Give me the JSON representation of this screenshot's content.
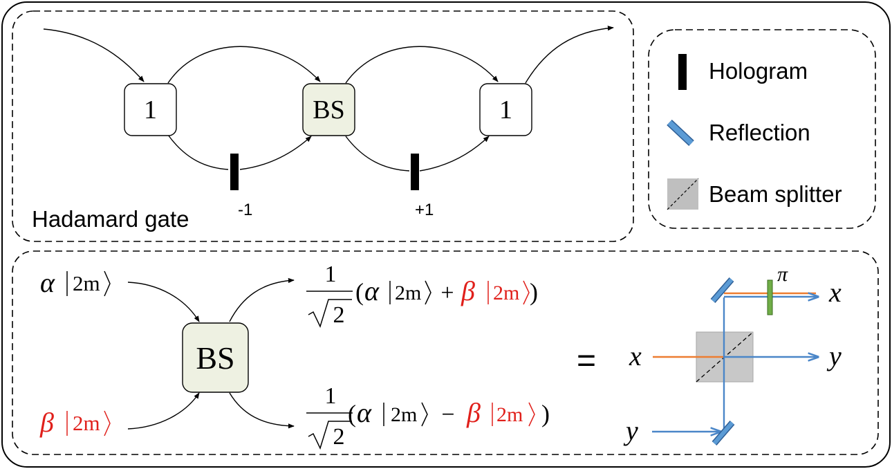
{
  "colors": {
    "state_red": "#e0201b",
    "beam_blue": "#4a86c8",
    "beam_orange": "#ed7d31",
    "bs_fill": "#eef1e2",
    "phase_plate_green": "#70ad47",
    "splitter_gray": "#bfbfbf"
  },
  "hadamard": {
    "title": "Hadamard gate",
    "node_left": "1",
    "node_center": "BS",
    "node_right": "1",
    "hologram_left_label": "-1",
    "hologram_right_label": "+1"
  },
  "legend": {
    "hologram": "Hologram",
    "reflection": "Reflection",
    "beam_splitter": "Beam splitter"
  },
  "bottom": {
    "bs_label": "BS",
    "input_top": {
      "coef": "α",
      "ket": "2m"
    },
    "input_bottom": {
      "coef": "β",
      "ket": "2m"
    },
    "output_top": {
      "frac_num": "1",
      "frac_den": "2",
      "lparen": "(",
      "a": "α",
      "ket1": "2m",
      "op": "+",
      "b": "β",
      "ket2": "2m",
      "rparen": ")"
    },
    "output_bottom": {
      "frac_num": "1",
      "frac_den": "2",
      "lparen": "(",
      "a": "α",
      "ket1": "2m",
      "op": "−",
      "b": "β",
      "ket2": "2m",
      "rparen": ")"
    },
    "equals": "=",
    "optics": {
      "phase_label": "π",
      "in_x": "x",
      "in_y": "y",
      "out_x": "x",
      "out_y": "y"
    }
  }
}
